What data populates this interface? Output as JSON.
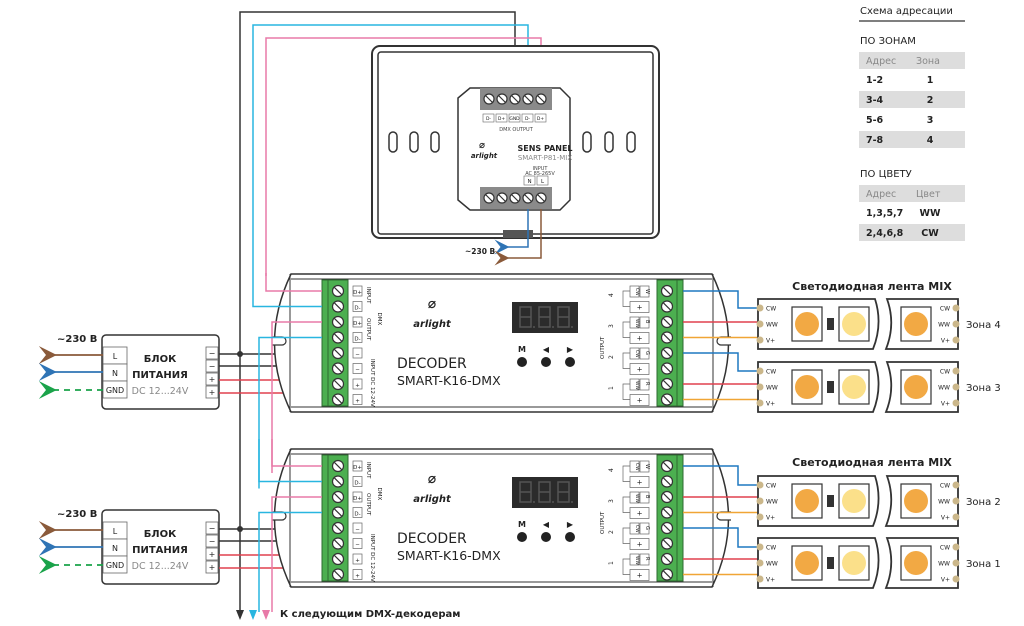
{
  "legend": {
    "title": "Схема адресации",
    "by_zone": {
      "heading": "ПО ЗОНАМ",
      "columns": [
        "Адрес",
        "Зона"
      ],
      "rows": [
        [
          "1-2",
          "1"
        ],
        [
          "3-4",
          "2"
        ],
        [
          "5-6",
          "3"
        ],
        [
          "7-8",
          "4"
        ]
      ]
    },
    "by_color": {
      "heading": "ПО ЦВЕТУ",
      "columns": [
        "Адрес",
        "Цвет"
      ],
      "rows": [
        [
          "1,3,5,7",
          "WW"
        ],
        [
          "2,4,6,8",
          "CW"
        ]
      ]
    }
  },
  "sens_panel": {
    "brand": "arlight",
    "title": "SENS PANEL",
    "model": "SMART-P81-MIX",
    "dmx_terminals": [
      "D-",
      "D+",
      "GND",
      "D-",
      "D+"
    ],
    "dmx_label": "DMX OUTPUT",
    "input_label": "INPUT",
    "input_range": "AC 85-265V",
    "input_terminals": [
      "N",
      "L"
    ],
    "mains_label": "~230 В"
  },
  "power_supplies": [
    {
      "mains_label": "~230 В",
      "title_line1": "БЛОК",
      "title_line2": "ПИТАНИЯ",
      "voltage": "DC 12...24V",
      "inputs": [
        "L",
        "N",
        "GND"
      ],
      "outputs": [
        "−",
        "−",
        "+",
        "+"
      ]
    },
    {
      "mains_label": "~230 В",
      "title_line1": "БЛОК",
      "title_line2": "ПИТАНИЯ",
      "voltage": "DC 12...24V",
      "inputs": [
        "L",
        "N",
        "GND"
      ],
      "outputs": [
        "−",
        "−",
        "+",
        "+"
      ]
    }
  ],
  "decoders": [
    {
      "brand": "arlight",
      "title": "DECODER",
      "model": "SMART-K16-DMX",
      "buttons": [
        "M",
        "◀",
        "▶"
      ],
      "left_terminals": [
        "D+",
        "D-",
        "D+",
        "D-",
        "−",
        "−",
        "+",
        "+"
      ],
      "dmx_label": "DMX",
      "dmx_input": "INPUT",
      "dmx_output": "OUTPUT",
      "power_label": "INPUT DC 12-24V",
      "output_label": "OUTPUT",
      "channels": [
        {
          "num": "4",
          "color": "CW",
          "rgb": "W"
        },
        {
          "num": "3",
          "color": "WW",
          "rgb": "B"
        },
        {
          "num": "2",
          "color": "CW",
          "rgb": "G"
        },
        {
          "num": "1",
          "color": "WW",
          "rgb": "R"
        }
      ]
    },
    {
      "brand": "arlight",
      "title": "DECODER",
      "model": "SMART-K16-DMX",
      "buttons": [
        "M",
        "◀",
        "▶"
      ],
      "left_terminals": [
        "D+",
        "D-",
        "D+",
        "D-",
        "−",
        "−",
        "+",
        "+"
      ],
      "dmx_label": "DMX",
      "dmx_input": "INPUT",
      "dmx_output": "OUTPUT",
      "power_label": "INPUT DC 12-24V",
      "output_label": "OUTPUT",
      "channels": [
        {
          "num": "4",
          "color": "CW",
          "rgb": "W"
        },
        {
          "num": "3",
          "color": "WW",
          "rgb": "B"
        },
        {
          "num": "2",
          "color": "CW",
          "rgb": "G"
        },
        {
          "num": "1",
          "color": "WW",
          "rgb": "R"
        }
      ]
    }
  ],
  "strip_groups": [
    {
      "title": "Светодиодная лента MIX"
    },
    {
      "title": "Светодиодная лента MIX"
    }
  ],
  "strips": [
    {
      "zone": "Зона 4",
      "pins": [
        "CW",
        "WW",
        "V+"
      ]
    },
    {
      "zone": "Зона 3",
      "pins": [
        "CW",
        "WW",
        "V+"
      ]
    },
    {
      "zone": "Зона 2",
      "pins": [
        "CW",
        "WW",
        "V+"
      ]
    },
    {
      "zone": "Зона 1",
      "pins": [
        "CW",
        "WW",
        "V+"
      ]
    }
  ],
  "footer_label": "К следующим DMX-декодерам",
  "colors": {
    "dmx_ground": "#333333",
    "dmx_minus": "#29b6e0",
    "dmx_plus": "#e87aa8",
    "neutral": "#2f74b5",
    "line": "#8a5a3a",
    "earth": "#1aa34a",
    "positive": "#e0404f",
    "cw_wire": "#1f78c1",
    "ww_wire": "#e0404f",
    "vplus_wire": "#f0a535",
    "terminal_green": "#4caf50",
    "led_warm": "#f2a944",
    "led_cool": "#fbe08a",
    "pad": "#cbb78a"
  }
}
